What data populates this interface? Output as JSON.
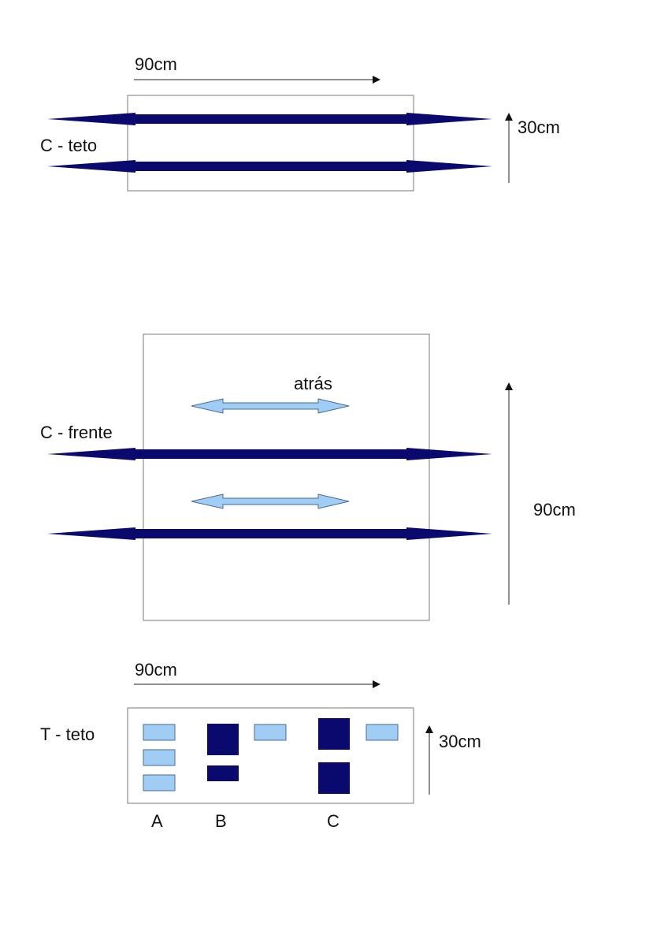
{
  "colors": {
    "dark_arrow": "#0a0a6e",
    "light_arrow": "#9fcdf3",
    "light_arrow_stroke": "#4a6a9a",
    "box_stroke": "#7a7a7a",
    "dim_line": "#222222"
  },
  "top_section": {
    "width_label": "90cm",
    "name_label": "C -  teto",
    "height_label": "30cm"
  },
  "middle_section": {
    "back_label": "atrás",
    "name_label": "C - frente",
    "height_label": "90cm"
  },
  "bottom_section": {
    "width_label": "90cm",
    "name_label": "T - teto",
    "height_label": "30cm",
    "column_labels": [
      "A",
      "B",
      "C"
    ]
  }
}
